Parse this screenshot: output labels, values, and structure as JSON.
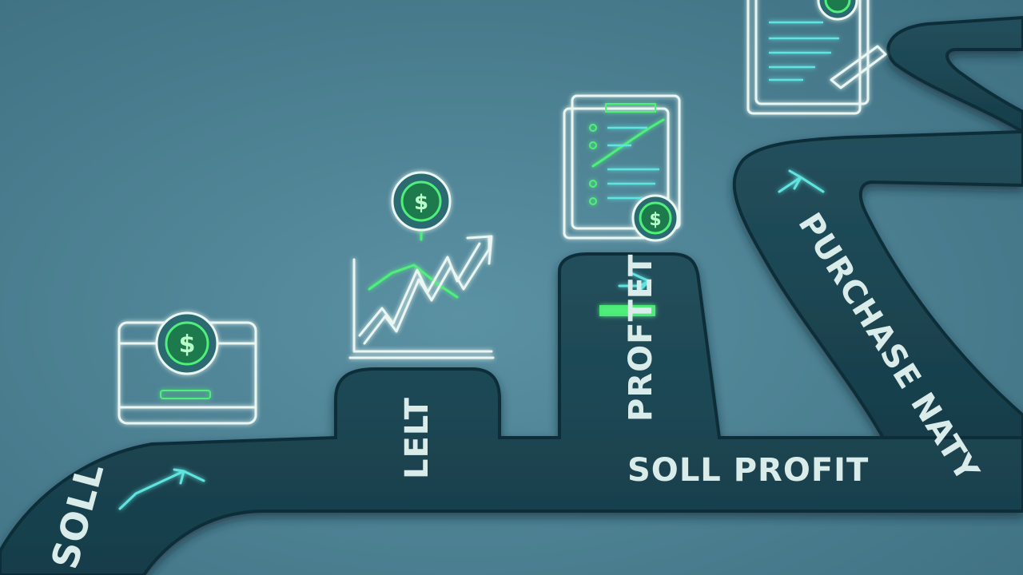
{
  "labels": {
    "start": "SOLL",
    "step2": "LELT",
    "step3": "PROFTET",
    "road": "SOLL PROFIT",
    "branch": "PURCHASE NATY"
  },
  "icons": {
    "wallet": "wallet-dollar-icon",
    "chart": "rising-chart-icon",
    "document": "document-coin-icon",
    "contract": "contract-pen-icon",
    "arrow": "arrow-icon"
  },
  "colors": {
    "background": "#4a7f91",
    "road": "#1d4b58",
    "road_edge": "#0f2e38",
    "icon_line": "#eaf6f2",
    "accent_green": "#4ff07a",
    "accent_cyan": "#5fe4e0"
  }
}
